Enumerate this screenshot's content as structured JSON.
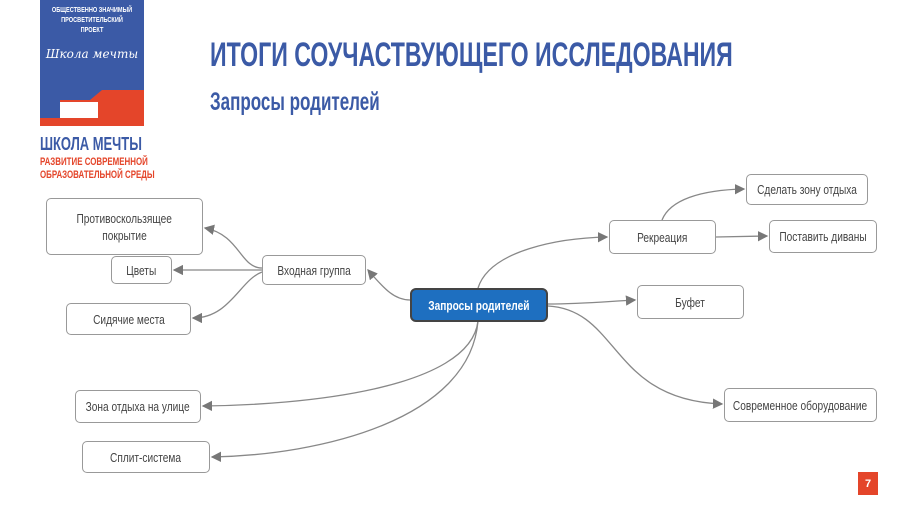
{
  "logo": {
    "tagline": "ОБЩЕСТВЕННО ЗНАЧИМЫЙ ПРОСВЕТИТЕЛЬСКИЙ ПРОЕКТ",
    "script": "Школа мечты",
    "brand": "ШКОЛА МЕЧТЫ",
    "brand_sub_1": "РАЗВИТИЕ СОВРЕМЕННОЙ",
    "brand_sub_2": "ОБРАЗОВАТЕЛЬНОЙ СРЕДЫ"
  },
  "header": {
    "title": "ИТОГИ СОУЧАСТВУЮЩЕГО ИССЛЕДОВАНИЯ",
    "subtitle": "Запросы родителей"
  },
  "mindmap": {
    "center": "Запросы родителей",
    "entry_group": "Входная группа",
    "anti_slip_1": "Противоскользящее",
    "anti_slip_2": "покрытие",
    "flowers": "Цветы",
    "seating": "Сидячие места",
    "recreation": "Рекреация",
    "rest_zone": "Сделать зону отдыха",
    "sofas": "Поставить диваны",
    "buffet": "Буфет",
    "equipment": "Современное оборудование",
    "outdoor_rest": "Зона отдыха на улице",
    "split": "Сплит-система"
  },
  "page_number": "7",
  "colors": {
    "brand_blue": "#3b5aa6",
    "accent_red": "#e4452a",
    "node_blue": "#1e6fc0"
  }
}
